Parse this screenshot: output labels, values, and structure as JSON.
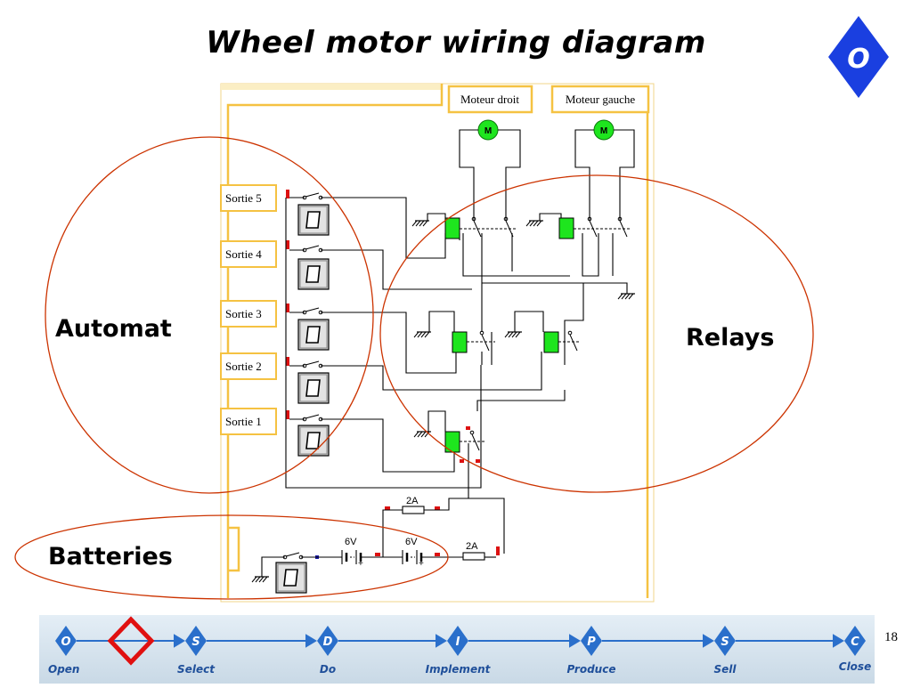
{
  "title": "Wheel motor wiring diagram",
  "logo_letter": "O",
  "motors": {
    "right": "Moteur droit",
    "left": "Moteur gauche",
    "symbol": "M"
  },
  "outputs": [
    "Sortie 5",
    "Sortie 4",
    "Sortie 3",
    "Sortie 2",
    "Sortie 1"
  ],
  "regions": {
    "automat": "Automat",
    "relays": "Relays",
    "batteries": "Batteries"
  },
  "power": {
    "fuse_top": "2A",
    "fuse_right": "2A",
    "battery_1": "6V",
    "battery_2": "6V",
    "plus": "+"
  },
  "process_steps": [
    {
      "letter": "O",
      "label": "Open"
    },
    {
      "letter": "S",
      "label": "Select"
    },
    {
      "letter": "D",
      "label": "Do"
    },
    {
      "letter": "I",
      "label": "Implement"
    },
    {
      "letter": "P",
      "label": "Produce"
    },
    {
      "letter": "S",
      "label": "Sell"
    },
    {
      "letter": "C",
      "label": "Close"
    }
  ],
  "page_number": "18",
  "colors": {
    "frame": "#f5c242",
    "relay_green": "#1ee51e",
    "ellipse": "#cc3300",
    "wire": "#000000",
    "nav_diamond": "#2a6fcb",
    "nav_active": "#e01010",
    "logo_blue": "#1a3fe0"
  }
}
